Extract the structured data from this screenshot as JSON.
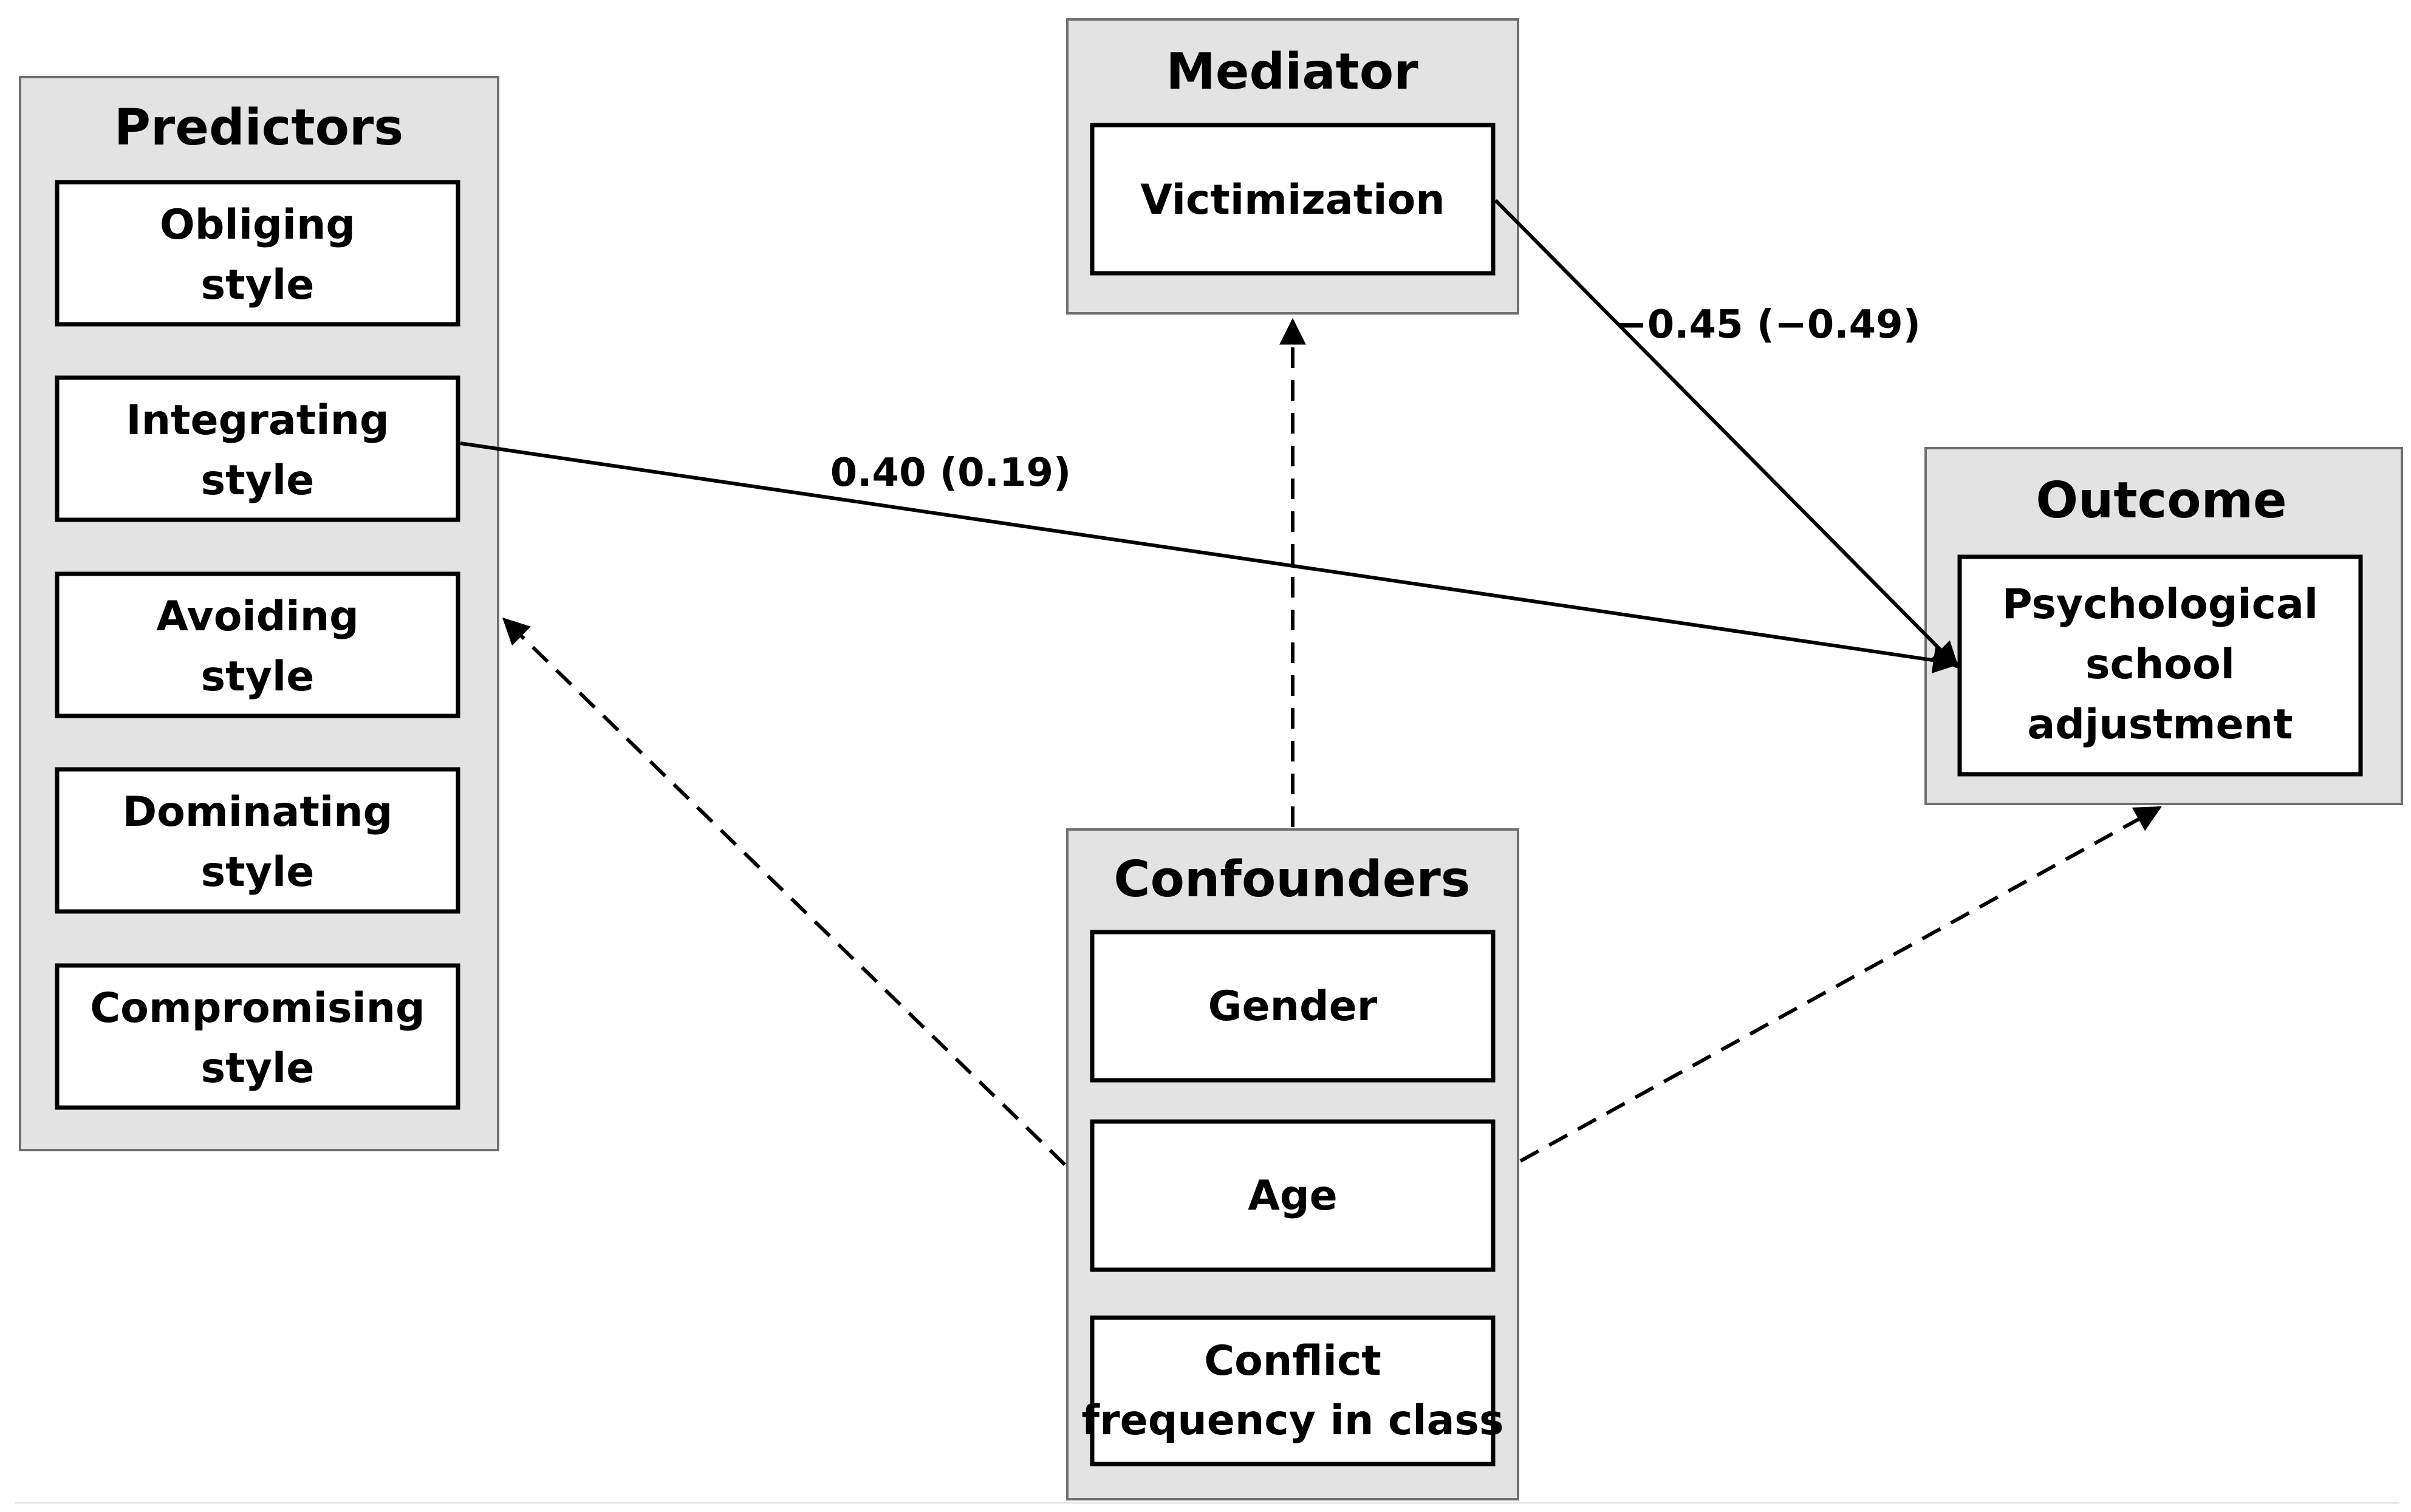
{
  "groups": {
    "predictors": {
      "title": "Predictors",
      "items": [
        {
          "lines": [
            "Obliging",
            "style"
          ]
        },
        {
          "lines": [
            "Integrating",
            "style"
          ]
        },
        {
          "lines": [
            "Avoiding",
            "style"
          ]
        },
        {
          "lines": [
            "Dominating",
            "style"
          ]
        },
        {
          "lines": [
            "Compromising",
            "style"
          ]
        }
      ]
    },
    "mediator": {
      "title": "Mediator",
      "items": [
        {
          "lines": [
            "Victimization"
          ]
        }
      ]
    },
    "outcome": {
      "title": "Outcome",
      "items": [
        {
          "lines": [
            "Psychological",
            "school",
            "adjustment"
          ]
        }
      ]
    },
    "confounders": {
      "title": "Confounders",
      "items": [
        {
          "lines": [
            "Gender"
          ]
        },
        {
          "lines": [
            "Age"
          ]
        },
        {
          "lines": [
            "Conflict",
            "frequency in class"
          ]
        }
      ]
    }
  },
  "paths": {
    "integrating_to_outcome": {
      "label": "0.40 (0.19)",
      "style": "solid"
    },
    "victimization_to_outcome": {
      "label": "−0.45 (−0.49)",
      "style": "solid"
    },
    "confounders_to_mediator": {
      "label": "",
      "style": "dashed"
    },
    "confounders_to_predictors": {
      "label": "",
      "style": "dashed"
    },
    "confounders_to_outcome": {
      "label": "",
      "style": "dashed"
    }
  }
}
